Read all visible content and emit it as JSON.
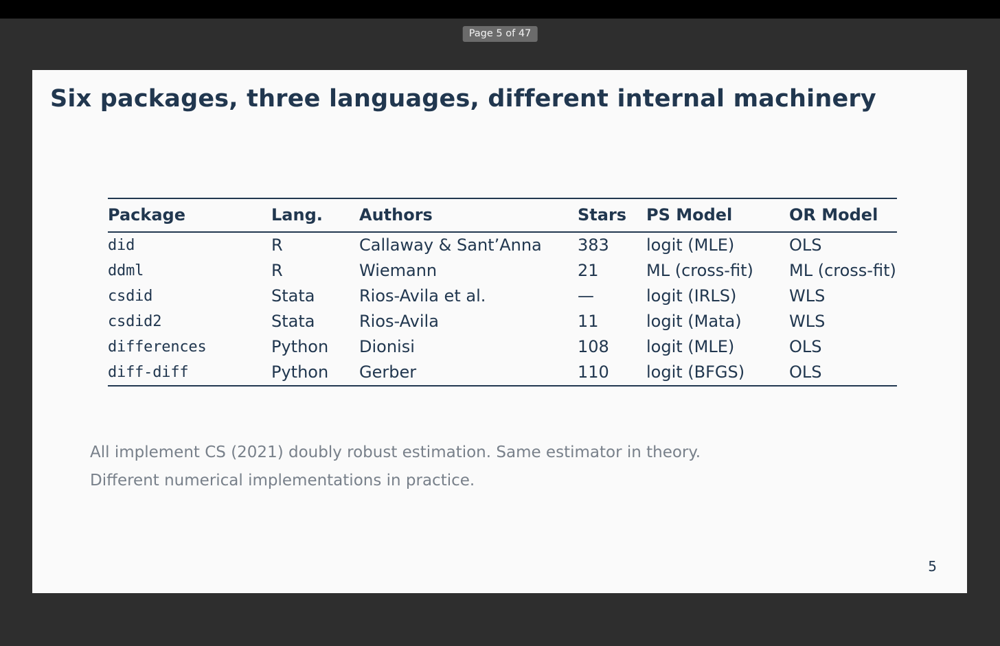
{
  "viewer": {
    "page_indicator": "Page 5 of 47",
    "background_color": "#2e2e2e",
    "topbar_color": "#000000"
  },
  "slide": {
    "background_color": "#fafafa",
    "accent_color": "#21374f",
    "muted_color": "#78808a",
    "title": "Six packages, three languages, different internal machinery",
    "page_number": "5",
    "table": {
      "columns": [
        "Package",
        "Lang.",
        "Authors",
        "Stars",
        "PS Model",
        "OR Model"
      ],
      "rows": [
        {
          "package": "did",
          "lang": "R",
          "authors": "Callaway & Sant’Anna",
          "stars": "383",
          "ps_model": "logit (MLE)",
          "or_model": "OLS"
        },
        {
          "package": "ddml",
          "lang": "R",
          "authors": "Wiemann",
          "stars": "21",
          "ps_model": "ML (cross-fit)",
          "or_model": "ML (cross-fit)"
        },
        {
          "package": "csdid",
          "lang": "Stata",
          "authors": "Rios-Avila et al.",
          "stars": "—",
          "ps_model": "logit (IRLS)",
          "or_model": "WLS"
        },
        {
          "package": "csdid2",
          "lang": "Stata",
          "authors": "Rios-Avila",
          "stars": "11",
          "ps_model": "logit (Mata)",
          "or_model": "WLS"
        },
        {
          "package": "differences",
          "lang": "Python",
          "authors": "Dionisi",
          "stars": "108",
          "ps_model": "logit (MLE)",
          "or_model": "OLS"
        },
        {
          "package": "diff-diff",
          "lang": "Python",
          "authors": "Gerber",
          "stars": "110",
          "ps_model": "logit (BFGS)",
          "or_model": "OLS"
        }
      ]
    },
    "footnote": {
      "line1": "All implement CS (2021) doubly robust estimation. Same estimator in theory.",
      "line2": "Different numerical implementations in practice."
    }
  }
}
